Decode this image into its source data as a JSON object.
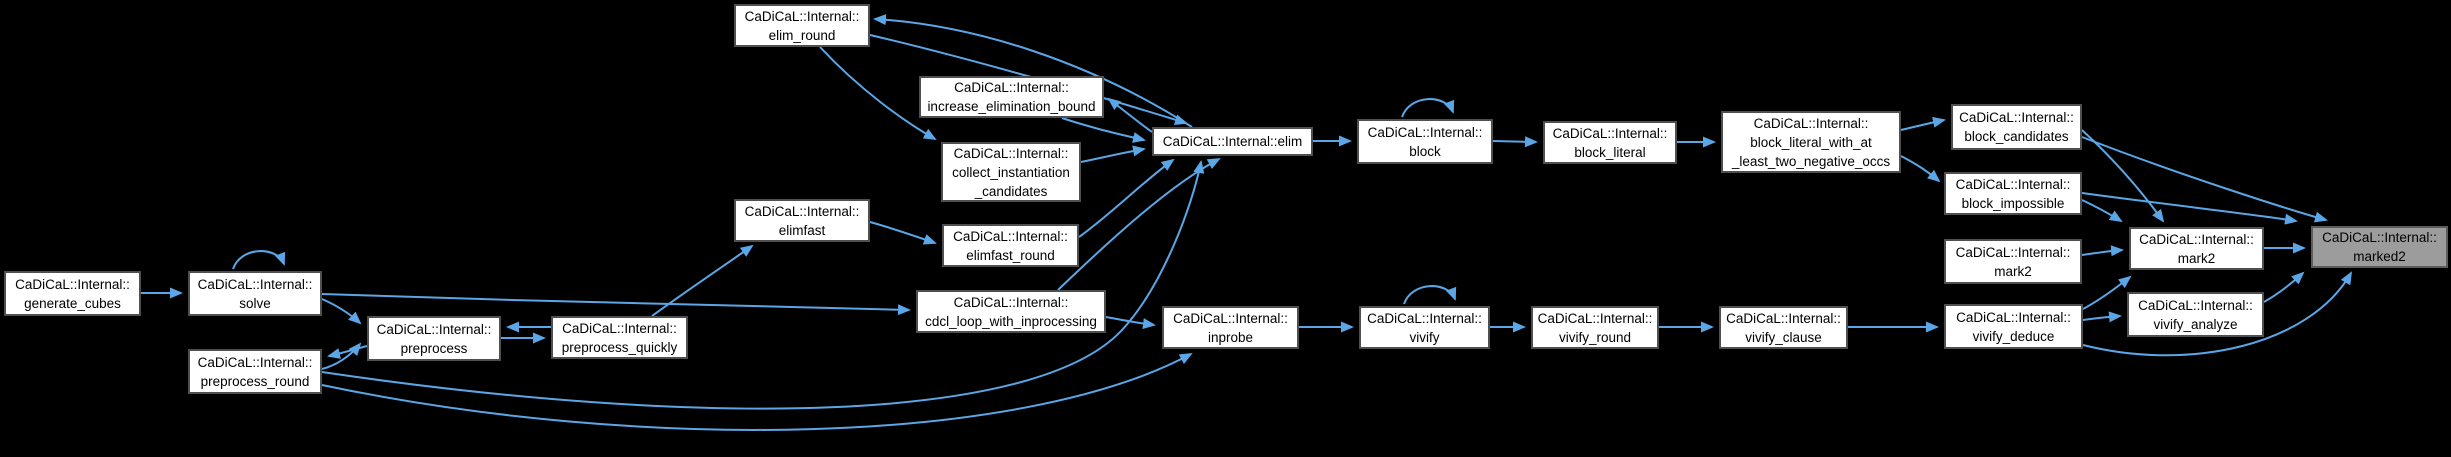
{
  "diagram": {
    "title": "Call graph for CaDiCaL::Internal::marked2",
    "colors": {
      "background": "#000000",
      "edge": "#5aa6e6",
      "node_fill": "#ffffff",
      "node_border": "#4f4f4f",
      "highlight_fill": "#9c9c9c",
      "text": "#000000"
    },
    "nodes": [
      {
        "id": "generate_cubes",
        "lines": [
          "CaDiCaL::Internal::",
          "generate_cubes"
        ],
        "highlighted": false
      },
      {
        "id": "solve",
        "lines": [
          "CaDiCaL::Internal::",
          "solve"
        ],
        "highlighted": false,
        "self_loop": true
      },
      {
        "id": "preprocess_round",
        "lines": [
          "CaDiCaL::Internal::",
          "preprocess_round"
        ],
        "highlighted": false
      },
      {
        "id": "preprocess",
        "lines": [
          "CaDiCaL::Internal::",
          "preprocess"
        ],
        "highlighted": false
      },
      {
        "id": "preprocess_quickly",
        "lines": [
          "CaDiCaL::Internal::",
          "preprocess_quickly"
        ],
        "highlighted": false
      },
      {
        "id": "elimfast",
        "lines": [
          "CaDiCaL::Internal::",
          "elimfast"
        ],
        "highlighted": false
      },
      {
        "id": "elim_round",
        "lines": [
          "CaDiCaL::Internal::",
          "elim_round"
        ],
        "highlighted": false
      },
      {
        "id": "increase_elimination_bound",
        "lines": [
          "CaDiCaL::Internal::",
          "increase_elimination_bound"
        ],
        "highlighted": false
      },
      {
        "id": "collect_instantiation_candidates",
        "lines": [
          "CaDiCaL::Internal::",
          "collect_instantiation",
          "_candidates"
        ],
        "highlighted": false
      },
      {
        "id": "elimfast_round",
        "lines": [
          "CaDiCaL::Internal::",
          "elimfast_round"
        ],
        "highlighted": false
      },
      {
        "id": "cdcl_loop_with_inprocessing",
        "lines": [
          "CaDiCaL::Internal::",
          "cdcl_loop_with_inprocessing"
        ],
        "highlighted": false
      },
      {
        "id": "elim",
        "lines": [
          "CaDiCaL::Internal::elim"
        ],
        "highlighted": false
      },
      {
        "id": "inprobe",
        "lines": [
          "CaDiCaL::Internal::",
          "inprobe"
        ],
        "highlighted": false
      },
      {
        "id": "block",
        "lines": [
          "CaDiCaL::Internal::",
          "block"
        ],
        "highlighted": false,
        "self_loop": true
      },
      {
        "id": "vivify",
        "lines": [
          "CaDiCaL::Internal::",
          "vivify"
        ],
        "highlighted": false,
        "self_loop": true
      },
      {
        "id": "block_literal",
        "lines": [
          "CaDiCaL::Internal::",
          "block_literal"
        ],
        "highlighted": false
      },
      {
        "id": "vivify_round",
        "lines": [
          "CaDiCaL::Internal::",
          "vivify_round"
        ],
        "highlighted": false
      },
      {
        "id": "block_literal_with_at_least_two_negative_occs",
        "lines": [
          "CaDiCaL::Internal::",
          "block_literal_with_at",
          "_least_two_negative_occs"
        ],
        "highlighted": false
      },
      {
        "id": "vivify_clause",
        "lines": [
          "CaDiCaL::Internal::",
          "vivify_clause"
        ],
        "highlighted": false
      },
      {
        "id": "block_candidates",
        "lines": [
          "CaDiCaL::Internal::",
          "block_candidates"
        ],
        "highlighted": false
      },
      {
        "id": "block_impossible",
        "lines": [
          "CaDiCaL::Internal::",
          "block_impossible"
        ],
        "highlighted": false
      },
      {
        "id": "mark2_a",
        "lines": [
          "CaDiCaL::Internal::",
          "mark2"
        ],
        "highlighted": false
      },
      {
        "id": "vivify_deduce",
        "lines": [
          "CaDiCaL::Internal::",
          "vivify_deduce"
        ],
        "highlighted": false
      },
      {
        "id": "mark2_b",
        "lines": [
          "CaDiCaL::Internal::",
          "mark2"
        ],
        "highlighted": false
      },
      {
        "id": "vivify_analyze",
        "lines": [
          "CaDiCaL::Internal::",
          "vivify_analyze"
        ],
        "highlighted": false
      },
      {
        "id": "marked2",
        "lines": [
          "CaDiCaL::Internal::",
          "marked2"
        ],
        "highlighted": true
      }
    ],
    "edges": [
      {
        "from": "generate_cubes",
        "to": "solve"
      },
      {
        "from": "solve",
        "to": "solve"
      },
      {
        "from": "solve",
        "to": "preprocess"
      },
      {
        "from": "solve",
        "to": "cdcl_loop_with_inprocessing"
      },
      {
        "from": "preprocess",
        "to": "preprocess_round"
      },
      {
        "from": "preprocess_round",
        "to": "preprocess"
      },
      {
        "from": "preprocess",
        "to": "preprocess_quickly"
      },
      {
        "from": "preprocess_quickly",
        "to": "preprocess"
      },
      {
        "from": "preprocess_quickly",
        "to": "elimfast"
      },
      {
        "from": "preprocess_round",
        "to": "elim"
      },
      {
        "from": "preprocess_round",
        "to": "inprobe"
      },
      {
        "from": "elimfast",
        "to": "elimfast_round"
      },
      {
        "from": "elimfast_round",
        "to": "elim"
      },
      {
        "from": "elim_round",
        "to": "collect_instantiation_candidates"
      },
      {
        "from": "elim",
        "to": "elim_round"
      },
      {
        "from": "elim_round",
        "to": "elim"
      },
      {
        "from": "elim",
        "to": "increase_elimination_bound"
      },
      {
        "from": "increase_elimination_bound",
        "to": "elim"
      },
      {
        "from": "collect_instantiation_candidates",
        "to": "elim"
      },
      {
        "from": "cdcl_loop_with_inprocessing",
        "to": "elim"
      },
      {
        "from": "cdcl_loop_with_inprocessing",
        "to": "inprobe"
      },
      {
        "from": "elim",
        "to": "block"
      },
      {
        "from": "block",
        "to": "block"
      },
      {
        "from": "block",
        "to": "block_literal"
      },
      {
        "from": "block_literal",
        "to": "block_literal_with_at_least_two_negative_occs"
      },
      {
        "from": "block_literal_with_at_least_two_negative_occs",
        "to": "block_candidates"
      },
      {
        "from": "block_literal_with_at_least_two_negative_occs",
        "to": "block_impossible"
      },
      {
        "from": "block_candidates",
        "to": "mark2_b"
      },
      {
        "from": "block_candidates",
        "to": "marked2"
      },
      {
        "from": "block_impossible",
        "to": "mark2_b"
      },
      {
        "from": "block_impossible",
        "to": "marked2"
      },
      {
        "from": "mark2_a",
        "to": "mark2_b"
      },
      {
        "from": "mark2_b",
        "to": "marked2"
      },
      {
        "from": "inprobe",
        "to": "vivify"
      },
      {
        "from": "vivify",
        "to": "vivify"
      },
      {
        "from": "vivify",
        "to": "vivify_round"
      },
      {
        "from": "vivify_round",
        "to": "vivify_clause"
      },
      {
        "from": "vivify_clause",
        "to": "vivify_deduce"
      },
      {
        "from": "vivify_deduce",
        "to": "mark2_b"
      },
      {
        "from": "vivify_deduce",
        "to": "vivify_analyze"
      },
      {
        "from": "vivify_analyze",
        "to": "marked2"
      },
      {
        "from": "vivify_deduce",
        "to": "marked2"
      }
    ]
  }
}
